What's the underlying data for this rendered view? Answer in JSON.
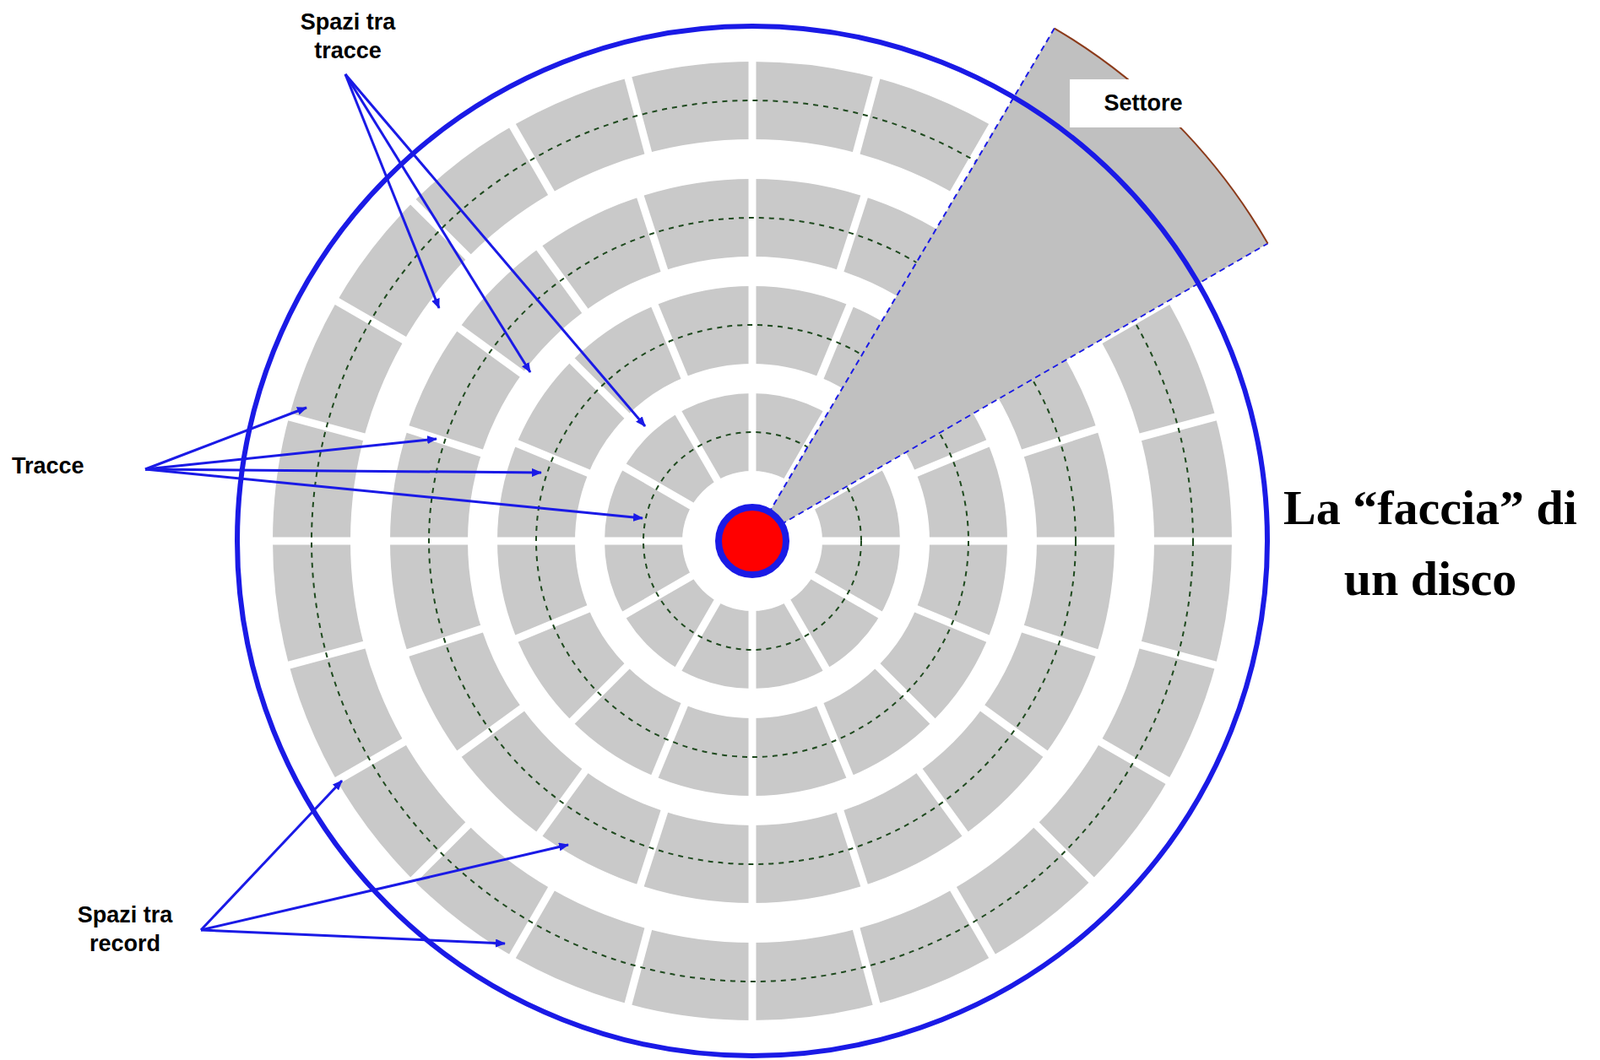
{
  "diagram": {
    "title": "La “faccia” di un disco",
    "labels": [
      "Spazi tra tracce",
      "Settore",
      "Tracce",
      "Spazi tra record"
    ]
  }
}
